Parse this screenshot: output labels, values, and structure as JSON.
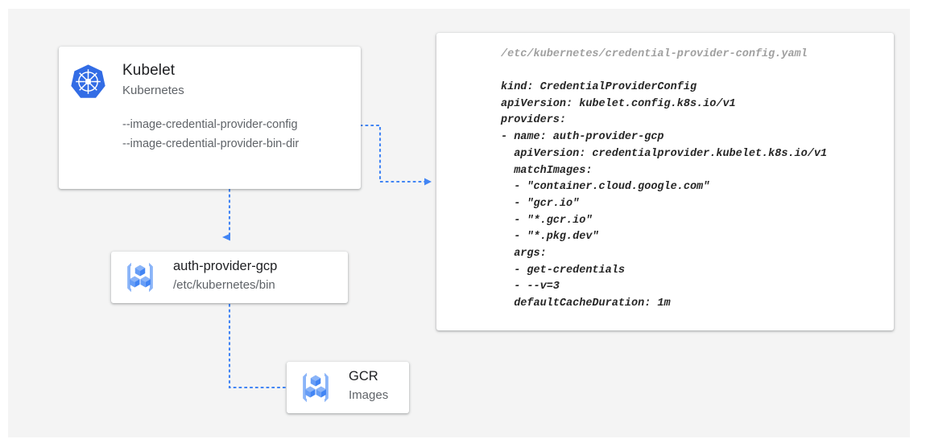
{
  "canvas": {
    "background": "#f4f4f4",
    "page_background": "#ffffff"
  },
  "colors": {
    "accent_blue": "#4285f4",
    "icon_blue": "#5b8def",
    "icon_light_blue": "#a8c7fa",
    "text_primary": "#202124",
    "text_secondary": "#5f6368",
    "code_text": "#262626",
    "code_path_text": "#a0a0a0"
  },
  "kubelet_card": {
    "icon": "kubernetes-logo-icon",
    "title": "Kubelet",
    "subtitle": "Kubernetes",
    "flags": [
      "--image-credential-provider-config",
      "--image-credential-provider-bin-dir"
    ]
  },
  "auth_provider_card": {
    "icon": "container-registry-icon",
    "title": "auth-provider-gcp",
    "subtitle": "/etc/kubernetes/bin"
  },
  "gcr_card": {
    "icon": "container-registry-icon",
    "title": "GCR",
    "subtitle": "Images"
  },
  "code_card": {
    "path": "/etc/kubernetes/credential-provider-config.yaml",
    "lines": [
      "kind: CredentialProviderConfig",
      "apiVersion: kubelet.config.k8s.io/v1",
      "providers:",
      "- name: auth-provider-gcp",
      "  apiVersion: credentialprovider.kubelet.k8s.io/v1",
      "  matchImages:",
      "  - \"container.cloud.google.com\"",
      "  - \"gcr.io\"",
      "  - \"*.gcr.io\"",
      "  - \"*.pkg.dev\"",
      "  args:",
      "  - get-credentials",
      "  - --v=3",
      "  defaultCacheDuration: 1m"
    ]
  },
  "connectors": [
    {
      "name": "kubelet-to-config",
      "from": "kubelet-card",
      "to": "code-card",
      "style": "dotted",
      "arrow": "right"
    },
    {
      "name": "kubelet-to-auth-provider",
      "from": "kubelet-card",
      "to": "auth-provider-card",
      "style": "dotted",
      "arrow": "down"
    },
    {
      "name": "auth-provider-to-gcr",
      "from": "auth-provider-card",
      "to": "gcr-card",
      "style": "dotted",
      "arrow": "right"
    }
  ]
}
